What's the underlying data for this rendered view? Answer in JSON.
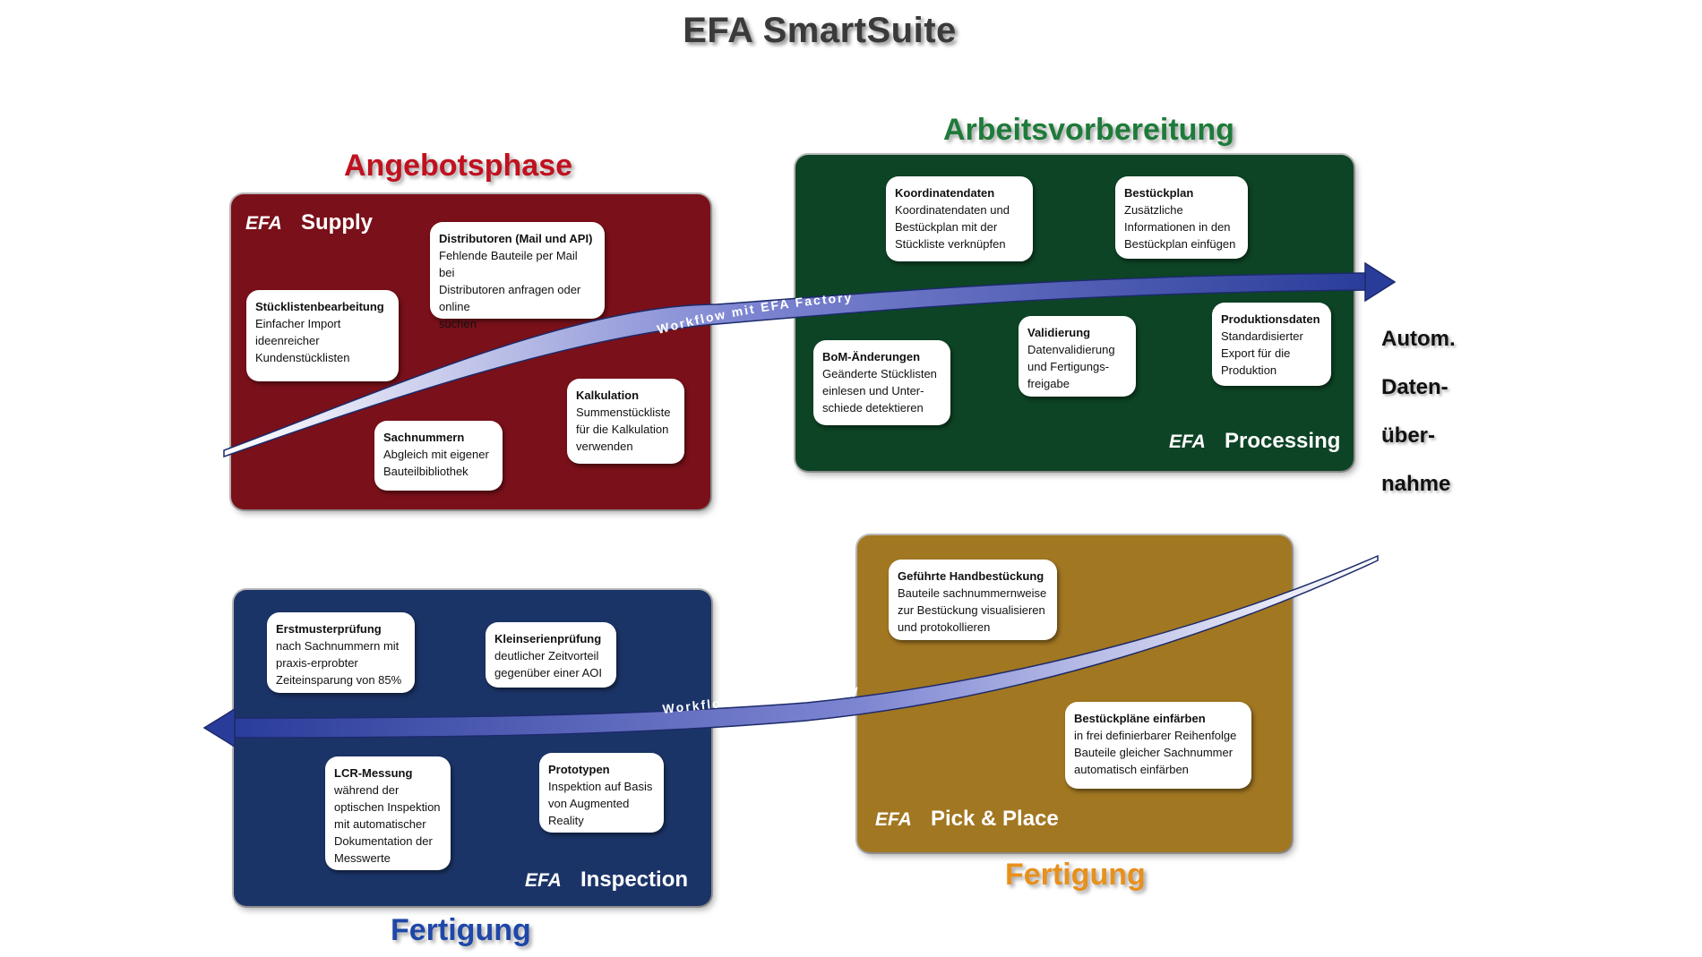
{
  "title": "EFA SmartSuite",
  "phases": {
    "angebot": "Angebotsphase",
    "arbeit": "Arbeitsvorbereitung",
    "fert_left": "Fertigung",
    "fert_right": "Fertigung"
  },
  "colors": {
    "supply": "#7a1019",
    "processing": "#0d4425",
    "inspection": "#1b3468",
    "pickplace": "#a27722",
    "angebot": "#c0111f",
    "arbeit": "#1e7b3a",
    "fert_blue": "#1f47a8",
    "fert_orange": "#e8901c",
    "arrow": "#2a3c9a"
  },
  "side_text": [
    "Autom.",
    "Daten-",
    "über-",
    "nahme"
  ],
  "workflow_label": "Workflow mit EFA Factory",
  "panels": {
    "supply": {
      "brand": "Supply",
      "logo": "EFA",
      "cards": [
        {
          "title": "Distributoren (Mail und API)",
          "text": "Fehlende Bauteile per Mail bei\nDistributoren anfragen oder online\nsuchen"
        },
        {
          "title": "Stücklistenbearbeitung",
          "text": "Einfacher Import\nideenreicher\nKundenstücklisten"
        },
        {
          "title": "Kalkulation",
          "text": "Summenstückliste\nfür die Kalkulation\nverwenden"
        },
        {
          "title": "Sachnummern",
          "text": "Abgleich mit eigener\nBauteilbibliothek"
        }
      ]
    },
    "processing": {
      "brand": "Processing",
      "logo": "EFA",
      "cards": [
        {
          "title": "Koordinatendaten",
          "text": "Koordinatendaten und\nBestückplan mit der\nStückliste verknüpfen"
        },
        {
          "title": "Bestückplan",
          "text": "Zusätzliche\nInformationen in den\nBestückplan einfügen"
        },
        {
          "title": "Produktionsdaten",
          "text": "Standardisierter\nExport für die\nProduktion"
        },
        {
          "title": "Validierung",
          "text": "Datenvalidierung\nund Fertigungs-\nfreigabe"
        },
        {
          "title": "BoM-Änderungen",
          "text": "Geänderte Stücklisten\neinlesen und Unter-\nschiede detektieren"
        }
      ]
    },
    "pickplace": {
      "brand": "Pick & Place",
      "logo": "EFA",
      "cards": [
        {
          "title": "Geführte Handbestückung",
          "text": "Bauteile sachnummernweise\nzur Bestückung visualisieren\nund protokollieren"
        },
        {
          "title": "Bestückpläne einfärben",
          "text": "in frei definierbarer Reihenfolge\nBauteile gleicher Sachnummer\nautomatisch einfärben"
        }
      ]
    },
    "inspection": {
      "brand": "Inspection",
      "logo": "EFA",
      "cards": [
        {
          "title": "Erstmusterprüfung",
          "text": "nach Sachnummern mit\npraxis-erprobter\nZeiteinsparung von 85%"
        },
        {
          "title": "Kleinserienprüfung",
          "text": "deutlicher Zeitvorteil\ngegenüber einer AOI"
        },
        {
          "title": "LCR-Messung",
          "text": "während der\noptischen Inspektion\nmit automatischer\nDokumentation der\nMesswerte"
        },
        {
          "title": "Prototypen",
          "text": "Inspektion auf Basis\nvon Augmented\nReality"
        }
      ]
    }
  }
}
